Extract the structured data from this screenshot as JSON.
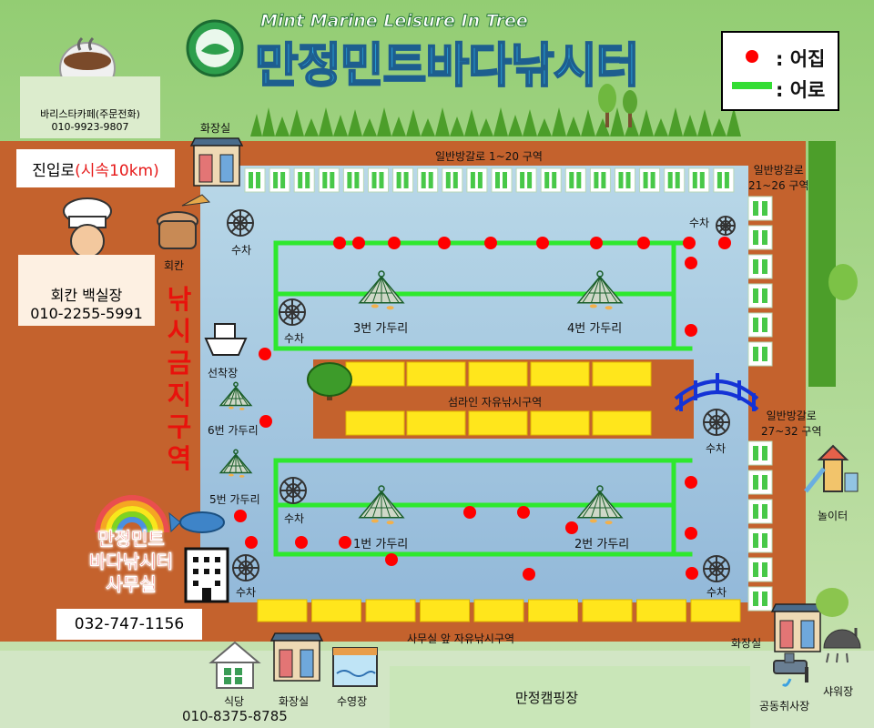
{
  "header": {
    "subtitle": "Mint Marine Leisure In Tree",
    "title": "만정민트바다낚시터"
  },
  "legend": {
    "net_label": ": 어집",
    "path_label": ": 어로",
    "net_color": "#ff0000",
    "path_color": "#33dd33"
  },
  "cafe": {
    "name": "바리스타카페(주문전화)",
    "phone": "010-9923-9807"
  },
  "entrance": {
    "label": "진입로",
    "speed": "(시속10km)"
  },
  "sashimi_room": {
    "label": "회칸",
    "manager": "회칸 백실장",
    "phone": "010-2255-5991"
  },
  "no_fishing": "낚시금지구역",
  "office": {
    "name_line1": "만정민트",
    "name_line2": "바다낚시터",
    "name_line3": "사무실",
    "phone": "032-747-1156"
  },
  "sections": {
    "north": "일반방갈로 1~20 구역",
    "east_top_line1": "일반방갈로",
    "east_top_line2": "21~26 구역",
    "east_bottom_line1": "일반방갈로",
    "east_bottom_line2": "27~32 구역",
    "island": "섬라인 자유낚시구역",
    "south": "사무실 앞 자유낚시구역"
  },
  "fixtures": {
    "restroom": "화장실",
    "waterwheel": "수차",
    "dock": "선착장",
    "playground": "놀이터",
    "restaurant": "식당",
    "pool": "수영장",
    "camping": "만정캠핑장",
    "kitchen": "공동취사장",
    "shower": "샤워장",
    "restaurant_phone": "010-8375-8785"
  },
  "fish_traps": {
    "t1": "1번 가두리",
    "t2": "2번 가두리",
    "t3": "3번 가두리",
    "t4": "4번 가두리",
    "t5": "5번 가두리",
    "t6": "6번 가두리"
  }
}
